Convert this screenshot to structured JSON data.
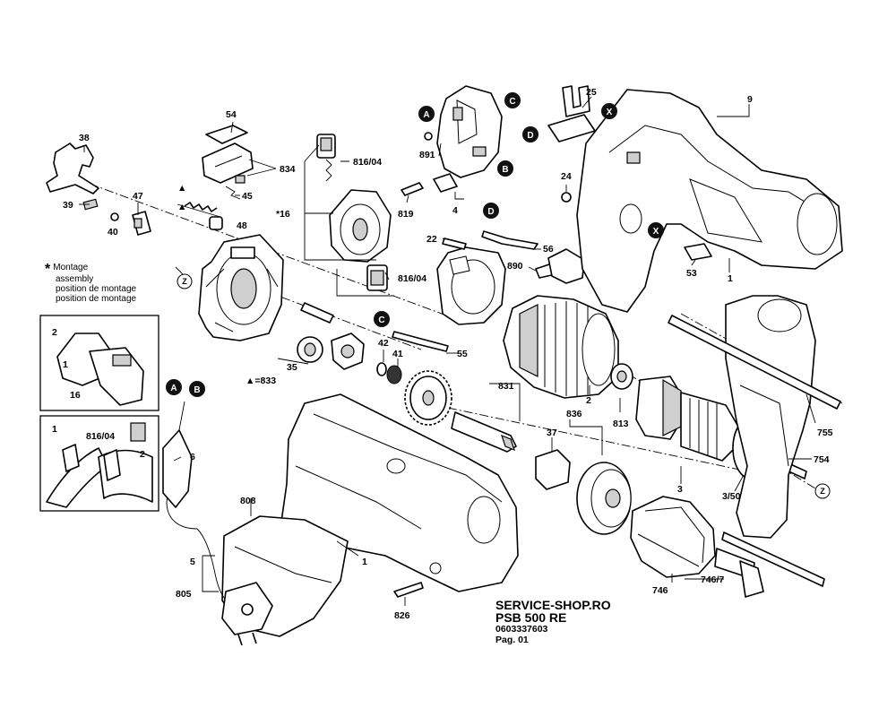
{
  "note": {
    "star": "*",
    "lines": [
      "Montage",
      "assembly",
      "position de montage",
      "position de montage"
    ]
  },
  "footer": {
    "shop": "SERVICE-SHOP.RO",
    "model": "PSB 500 RE",
    "code": "0603337603",
    "page": "Pag. 01"
  },
  "callouts": {
    "p38": "38",
    "p39": "39",
    "p40": "40",
    "p47": "47",
    "p54": "54",
    "p834": "834",
    "p45": "45",
    "p48": "48",
    "p16": "*16",
    "p816a": "816/04",
    "p816b": "816/04",
    "p35": "35",
    "p833": "▲=833",
    "p42": "42",
    "p41": "41",
    "p55": "55",
    "p891": "891",
    "p819": "819",
    "p4": "4",
    "p22": "22",
    "p56": "56",
    "p890": "890",
    "p25": "25",
    "p9": "9",
    "p24": "24",
    "p53": "53",
    "p1a": "1",
    "p2": "2",
    "p831": "831",
    "p813": "813",
    "p836": "836",
    "p37": "37",
    "p3": "3",
    "p350": "3/50",
    "p755": "755",
    "p754": "754",
    "p746": "746",
    "p7467": "746/7",
    "p808": "808",
    "p1b": "1",
    "p826": "826",
    "p6": "6",
    "p5": "5",
    "p805": "805",
    "i2": "2",
    "i1": "1",
    "i16": "16",
    "i816": "816/04",
    "ii1": "1",
    "ii2": "2",
    "tri1": "▲",
    "tri2": "▲"
  },
  "badges": {
    "A1": "A",
    "B1": "B",
    "C1": "C",
    "D1": "D",
    "X1": "X",
    "X2": "X",
    "D2": "D",
    "C2": "C",
    "A2": "A",
    "B2": "B"
  },
  "zmarks": {
    "z1": "Z",
    "z2": "Z"
  }
}
